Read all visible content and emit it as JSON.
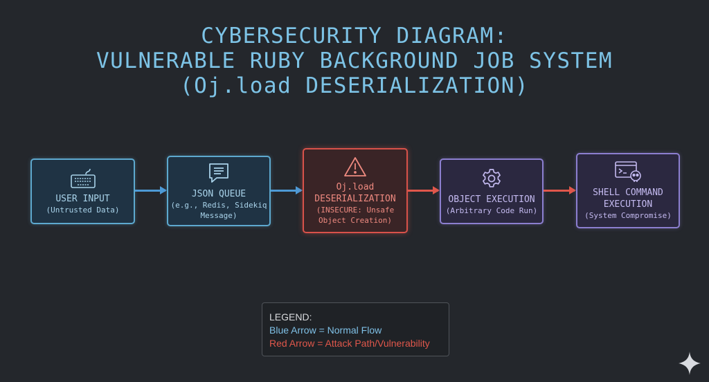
{
  "title": {
    "line1": "CYBERSECURITY DIAGRAM:",
    "line2": "VULNERABLE RUBY BACKGROUND JOB SYSTEM",
    "line3": "(Oj.load DESERIALIZATION)"
  },
  "nodes": [
    {
      "icon": "keyboard-icon",
      "title": "USER INPUT",
      "subtitle": "(Untrusted Data)"
    },
    {
      "icon": "message-icon",
      "title": "JSON QUEUE",
      "subtitle": "(e.g., Redis, Sidekiq Message)"
    },
    {
      "icon": "warning-icon",
      "title_line1": "Oj.load",
      "title_line2": "DESERIALIZATION",
      "subtitle": "(INSECURE: Unsafe Object Creation)"
    },
    {
      "icon": "gear-icon",
      "title": "OBJECT EXECUTION",
      "subtitle": "(Arbitrary Code Run)"
    },
    {
      "icon": "terminal-skull-icon",
      "title": "SHELL COMMAND EXECUTION",
      "subtitle": "(System Compromise)"
    }
  ],
  "legend": {
    "heading": "LEGEND:",
    "blue": "Blue Arrow = Normal Flow",
    "red": "Red Arrow = Attack Path/Vulnerability"
  },
  "colors": {
    "normal": "#4d9ad6",
    "attack": "#e0574b",
    "background": "#24272c"
  }
}
